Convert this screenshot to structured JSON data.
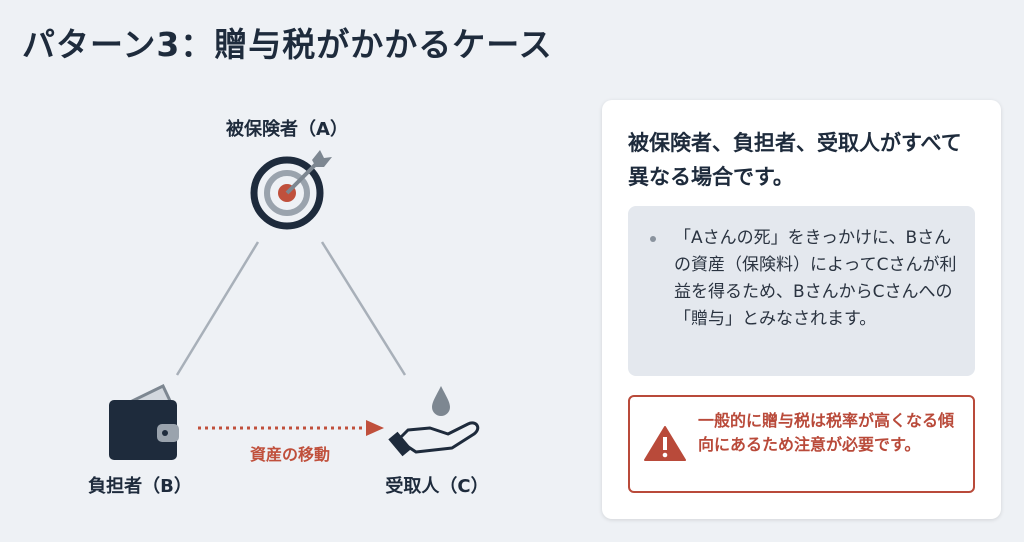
{
  "title": "パターン3：贈与税がかかるケース",
  "diagram": {
    "node_a": "被保険者（A）",
    "node_b": "負担者（B）",
    "node_c": "受取人（C）",
    "flow_label": "資産の移動",
    "icons": {
      "a": "target-icon",
      "b": "wallet-icon",
      "c": "hand-drop-icon"
    }
  },
  "card": {
    "heading": "被保険者、負担者、受取人がすべて異なる場合です。",
    "bullet": "「Aさんの死」をきっかけに、Bさんの資産（保険料）によってCさんが利益を得るため、BさんからCさんへの「贈与」とみなされます。",
    "warning": "一般的に贈与税は税率が高くなる傾向にあるため注意が必要です。"
  },
  "colors": {
    "navy": "#1e2b3c",
    "accent": "#c0503c",
    "gray": "#9aa3ad",
    "warning": "#b94a3a"
  }
}
